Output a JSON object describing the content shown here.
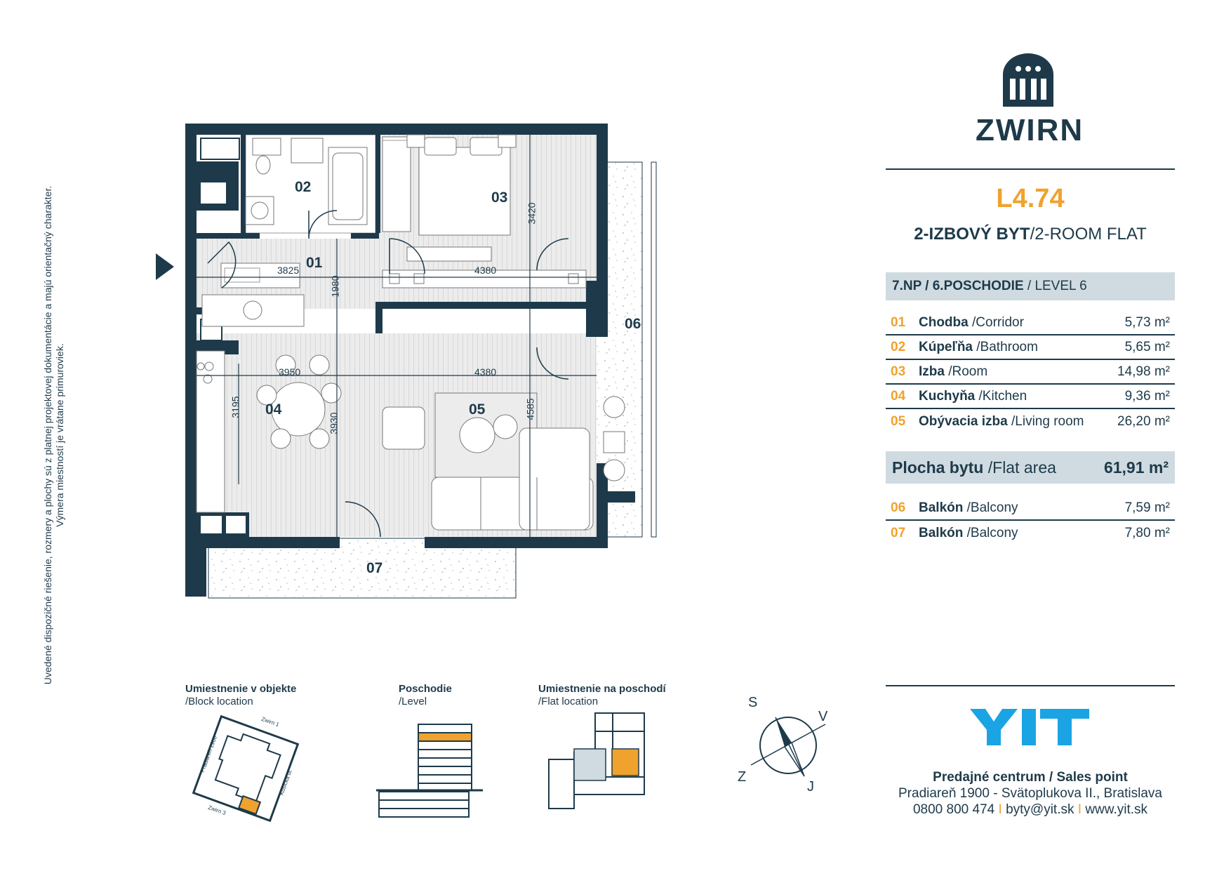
{
  "disclaimer": {
    "line1": "Uvedené dispozičné riešenie, rozmery a plochy sú z platnej projektovej dokumentácie a majú orientačný charakter.",
    "line2": "Výmera miestností je vrátane primuroviek."
  },
  "brand": {
    "name": "ZWIRN",
    "developer": "YIT"
  },
  "flat": {
    "code": "L4.74",
    "type_sk": "2-IZBOVÝ BYT",
    "type_en": "/2-ROOM FLAT",
    "level_sk": "7.NP / 6.POSCHODIE",
    "level_en": " / LEVEL 6"
  },
  "rooms": [
    {
      "num": "01",
      "name_sk": "Chodba",
      "name_en": " /Corridor",
      "area": "5,73 m²"
    },
    {
      "num": "02",
      "name_sk": "Kúpeľňa",
      "name_en": " /Bathroom",
      "area": "5,65 m²"
    },
    {
      "num": "03",
      "name_sk": "Izba",
      "name_en": " /Room",
      "area": "14,98 m²"
    },
    {
      "num": "04",
      "name_sk": "Kuchyňa",
      "name_en": " /Kitchen",
      "area": "9,36 m²"
    },
    {
      "num": "05",
      "name_sk": "Obývacia izba",
      "name_en": " /Living room",
      "area": "26,20 m²"
    }
  ],
  "total": {
    "label_sk": "Plocha bytu",
    "label_en": " /Flat area",
    "area": "61,91 m²"
  },
  "balconies": [
    {
      "num": "06",
      "name_sk": "Balkón",
      "name_en": " /Balcony",
      "area": "7,59 m²"
    },
    {
      "num": "07",
      "name_sk": "Balkón",
      "name_en": " /Balcony",
      "area": "7,80 m²"
    }
  ],
  "plan": {
    "room_labels": [
      "01",
      "02",
      "03",
      "04",
      "05",
      "06",
      "07"
    ],
    "dimensions": [
      "3825",
      "1980",
      "4380",
      "3420",
      "3950",
      "4380",
      "3195",
      "3930",
      "4585"
    ]
  },
  "mini_maps": {
    "block": {
      "title": "Umiestnenie v objekte",
      "sub": "/Block location",
      "streets": [
        "Zwirn 1",
        "Pradiareň 1900",
        "Košická ul.",
        "Zwirn 3"
      ]
    },
    "level": {
      "title": "Poschodie",
      "sub": "/Level"
    },
    "flat": {
      "title": "Umiestnenie na poschodí",
      "sub": "/Flat location"
    }
  },
  "compass": {
    "n": "S",
    "e": "V",
    "s": "J",
    "w": "Z"
  },
  "sales": {
    "title": "Predajné centrum / Sales point",
    "address": "Pradiareň 1900 - Svätoplukova II., Bratislava",
    "phone": "0800 800 474",
    "email": "byty@yit.sk",
    "web": "www.yit.sk",
    "separator": " I "
  },
  "colors": {
    "dark": "#1e3a4a",
    "accent": "#f0a22e",
    "light_bar": "#cfdbe1",
    "yit_blue": "#1ba4e3"
  }
}
